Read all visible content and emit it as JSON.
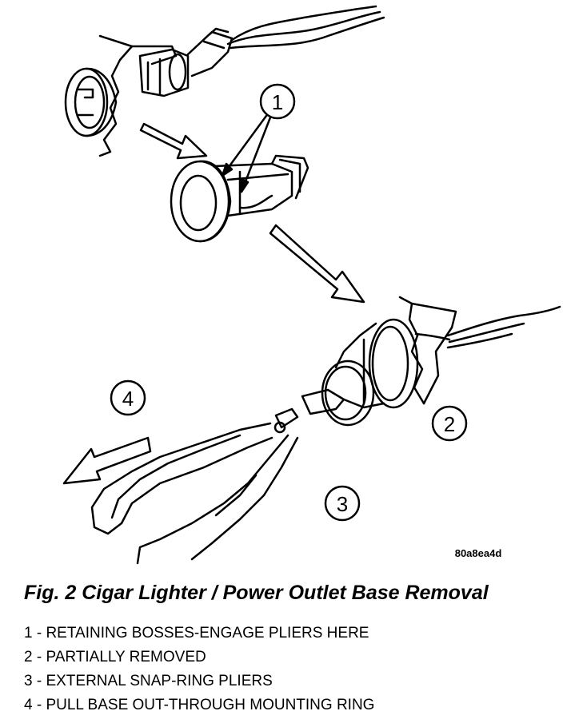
{
  "figure": {
    "caption": "Fig. 2 Cigar Lighter / Power Outlet Base Removal",
    "image_code": "80a8ea4d",
    "callouts": [
      "1",
      "2",
      "3",
      "4"
    ]
  },
  "legend": [
    "1 - RETAINING BOSSES-ENGAGE PLIERS HERE",
    "2 - PARTIALLY REMOVED",
    "3 - EXTERNAL SNAP-RING PLIERS",
    "4 - PULL BASE OUT-THROUGH MOUNTING RING"
  ]
}
